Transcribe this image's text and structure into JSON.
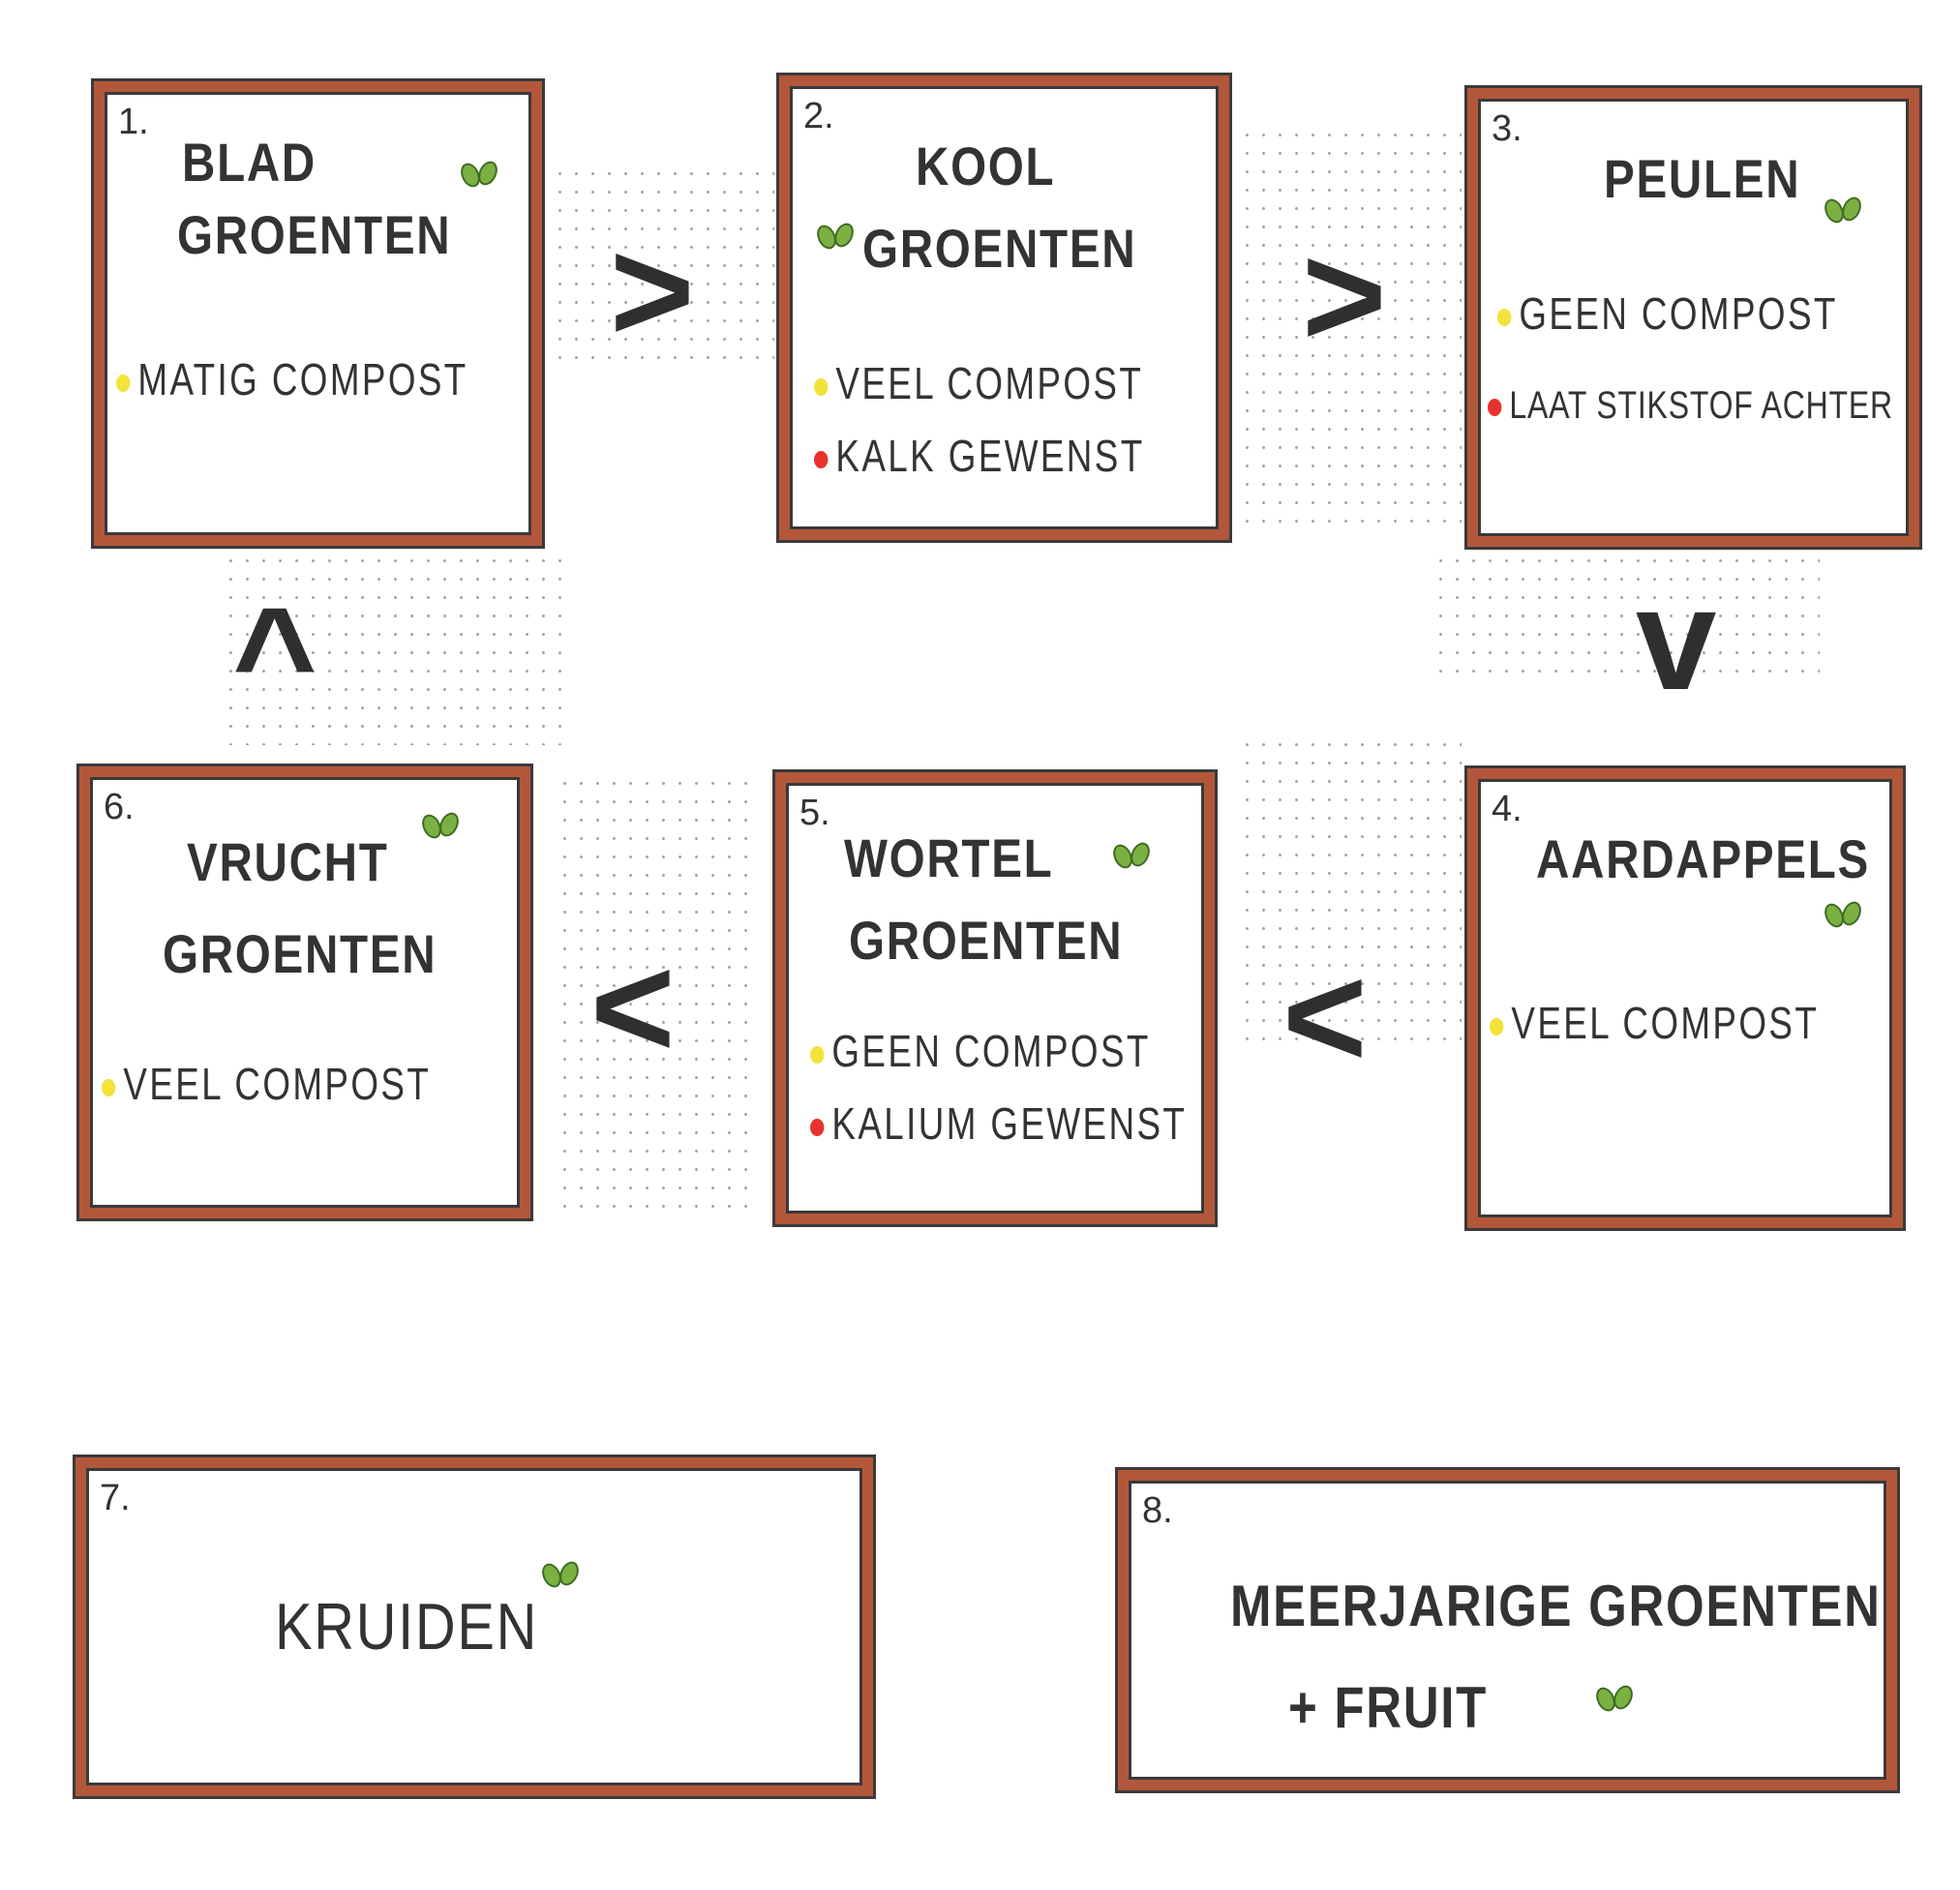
{
  "boxes": [
    {
      "number": "1.",
      "title": [
        "BLAD",
        "GROENTEN"
      ],
      "notes": [
        {
          "text": "MATIG COMPOST",
          "color": "#f2e23a"
        }
      ]
    },
    {
      "number": "2.",
      "title": [
        "KOOL",
        "GROENTEN"
      ],
      "notes": [
        {
          "text": "VEEL COMPOST",
          "color": "#f2e23a"
        },
        {
          "text": "KALK GEWENST",
          "color": "#e8322e"
        }
      ]
    },
    {
      "number": "3.",
      "title": [
        "PEULEN"
      ],
      "notes": [
        {
          "text": "GEEN COMPOST",
          "color": "#f2e23a"
        },
        {
          "text": "LAAT STIKSTOF ACHTER",
          "color": "#e8322e"
        }
      ]
    },
    {
      "number": "4.",
      "title": [
        "AARDAPPELS"
      ],
      "notes": [
        {
          "text": "VEEL COMPOST",
          "color": "#f2e23a"
        }
      ]
    },
    {
      "number": "5.",
      "title": [
        "WORTEL",
        "GROENTEN"
      ],
      "notes": [
        {
          "text": "GEEN COMPOST",
          "color": "#f2e23a"
        },
        {
          "text": "KALIUM GEWENST",
          "color": "#e8322e"
        }
      ]
    },
    {
      "number": "6.",
      "title": [
        "VRUCHT",
        "GROENTEN"
      ],
      "notes": [
        {
          "text": "VEEL COMPOST",
          "color": "#f2e23a"
        }
      ]
    },
    {
      "number": "7.",
      "title": [
        "KRUIDEN"
      ],
      "notes": []
    },
    {
      "number": "8.",
      "title": [
        "MEERJARIGE GROENTEN",
        "+ FRUIT"
      ],
      "notes": []
    }
  ],
  "arrows": {
    "a12": ">",
    "a23": ">",
    "a34": "v",
    "a45": "<",
    "a56": "<",
    "a61": "^"
  },
  "colors": {
    "border": "#b3573b",
    "leaf": "#6aa33a",
    "compost": "#f2e23a",
    "warning": "#e8322e"
  }
}
